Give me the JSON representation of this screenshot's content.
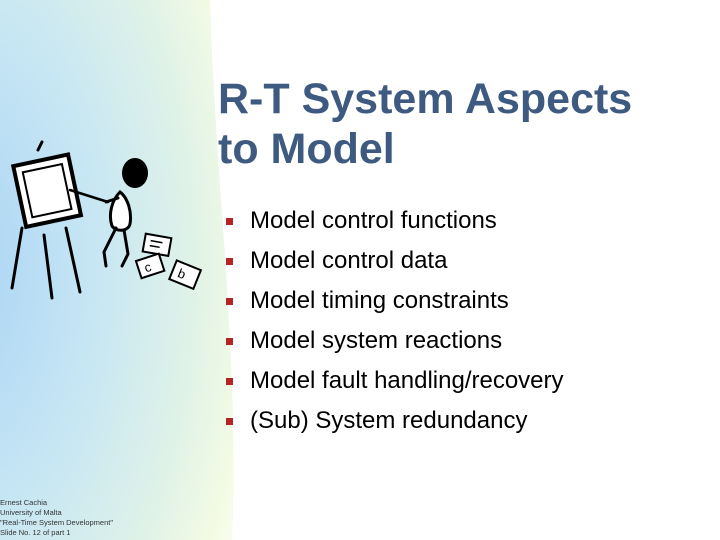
{
  "slide": {
    "title_line1": "R-T System Aspects",
    "title_line2": "to Model",
    "bullets": [
      "Model control functions",
      "Model control data",
      "Model timing constraints",
      "Model system reactions",
      "Model fault handling/recovery",
      "(Sub) System redundancy"
    ],
    "footer": {
      "author": "Ernest Cachia",
      "institution": "University of Malta",
      "course": "\"Real-Time System Development\"",
      "slide_no": "Slide No. 12 of part 1"
    }
  },
  "colors": {
    "title": "#3e5a80",
    "bullet_marker": "#b52424",
    "background_gradient": [
      "#a9d3f5",
      "#dff2e8",
      "#f4fbe4"
    ]
  },
  "icons": {
    "clipart": "presenter-at-easel-clipart"
  }
}
